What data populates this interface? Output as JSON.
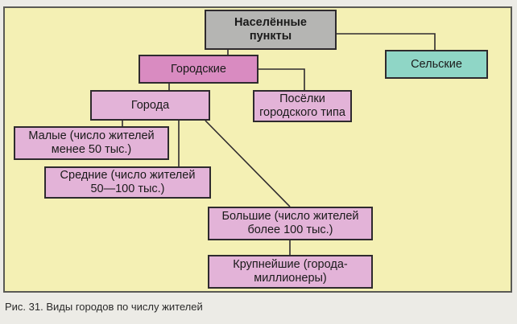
{
  "nodes": {
    "root": "Населённые\nпункты",
    "rural": "Сельские",
    "urban": "Городские",
    "cities": "Города",
    "settlements": "Посёлки\nгородского типа",
    "small": "Малые (число жителей\nменее 50 тыс.)",
    "medium": "Средние (число жителей\n50—100 тыс.)",
    "large": "Большие (число жителей\nболее 100 тыс.)",
    "largest": "Крупнейшие (города-\nмиллионеры)"
  },
  "caption": "Рис. 31. Виды городов по числу жителей",
  "colors": {
    "background": "#f4f0b4",
    "root": "#b5b5b3",
    "rural": "#8fd6c6",
    "urban": "#d98bc1",
    "cities": "#e3b3d8"
  }
}
